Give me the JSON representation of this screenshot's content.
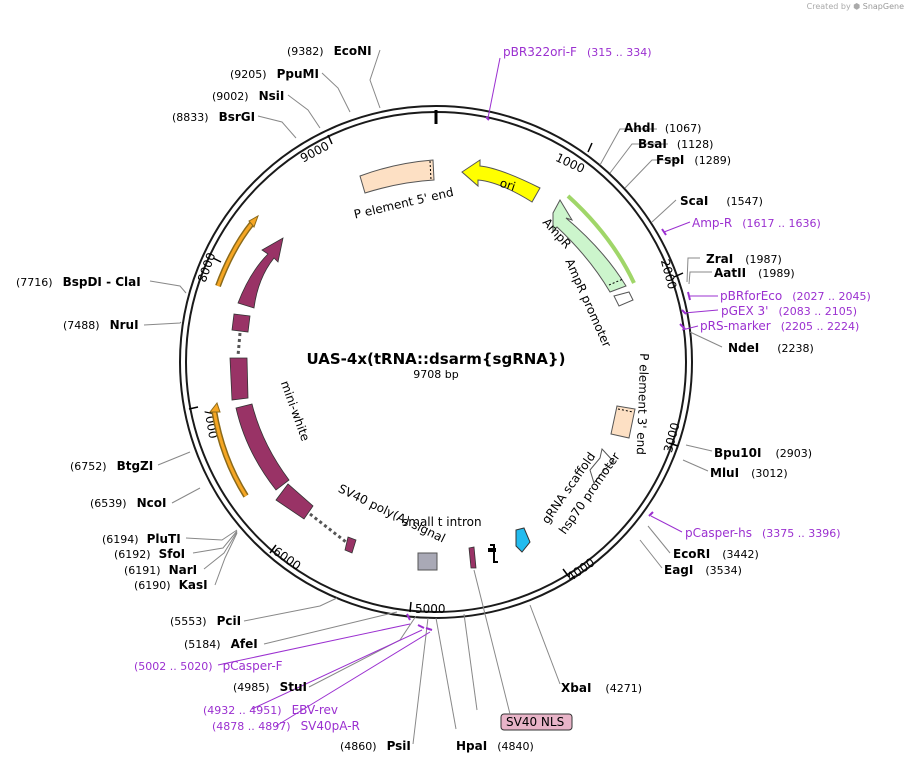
{
  "credit": {
    "prefix": "Created by",
    "brand": "SnapGene"
  },
  "map": {
    "name": "UAS-4x(tRNA::dsarm{sgRNA})",
    "length_label": "9708 bp",
    "ticks": [
      "1000",
      "2000",
      "3000",
      "4000",
      "5000",
      "6000",
      "7000",
      "8000",
      "9000"
    ]
  },
  "sites_right": [
    {
      "name": "AhdI",
      "pos": "(1067)"
    },
    {
      "name": "BsaI",
      "pos": "(1128)"
    },
    {
      "name": "FspI",
      "pos": "(1289)"
    },
    {
      "name": "ScaI",
      "pos": "(1547)"
    },
    {
      "name": "ZraI",
      "pos": "(1987)"
    },
    {
      "name": "AatII",
      "pos": "(1989)"
    },
    {
      "name": "NdeI",
      "pos": "(2238)"
    },
    {
      "name": "Bpu10I",
      "pos": "(2903)"
    },
    {
      "name": "MluI",
      "pos": "(3012)"
    },
    {
      "name": "EcoRI",
      "pos": "(3442)"
    },
    {
      "name": "EagI",
      "pos": "(3534)"
    },
    {
      "name": "XbaI",
      "pos": "(4271)"
    }
  ],
  "sites_bottom": [
    {
      "name": "HpaI",
      "pos": "(4840)"
    },
    {
      "name": "PsiI",
      "pos": "(4860)"
    }
  ],
  "sites_left": [
    {
      "name": "EcoNI",
      "pos": "(9382)"
    },
    {
      "name": "PpuMI",
      "pos": "(9205)"
    },
    {
      "name": "NsiI",
      "pos": "(9002)"
    },
    {
      "name": "BsrGI",
      "pos": "(8833)"
    },
    {
      "name": "BspDI",
      "pos": "(7716)",
      "extra": " - ClaI"
    },
    {
      "name": "NruI",
      "pos": "(7488)"
    },
    {
      "name": "BtgZI",
      "pos": "(6752)"
    },
    {
      "name": "NcoI",
      "pos": "(6539)"
    },
    {
      "name": "PluTI",
      "pos": "(6194)"
    },
    {
      "name": "SfoI",
      "pos": "(6192)"
    },
    {
      "name": "NarI",
      "pos": "(6191)"
    },
    {
      "name": "KasI",
      "pos": "(6190)"
    },
    {
      "name": "PciI",
      "pos": "(5553)"
    },
    {
      "name": "AfeI",
      "pos": "(5184)"
    },
    {
      "name": "StuI",
      "pos": "(4985)"
    }
  ],
  "primers": [
    {
      "name": "pBR322ori-F",
      "range": "(315 .. 334)"
    },
    {
      "name": "Amp-R",
      "range": "(1617 .. 1636)"
    },
    {
      "name": "pBRforEco",
      "range": "(2027 .. 2045)"
    },
    {
      "name": "pGEX 3'",
      "range": "(2083 .. 2105)"
    },
    {
      "name": "pRS-marker",
      "range": "(2205 .. 2224)"
    },
    {
      "name": "pCasper-hs",
      "range": "(3375 .. 3396)"
    },
    {
      "name": "pCasper-F",
      "range": "(5002 .. 5020)"
    },
    {
      "name": "EBV-rev",
      "range": "(4932 .. 4951)"
    },
    {
      "name": "SV40pA-R",
      "range": "(4878 .. 4897)"
    }
  ],
  "features": {
    "ori": "ori",
    "p5": "P element 5' end",
    "ampr": "AmpR",
    "ampr_promoter": "AmpR promoter",
    "p3": "P element 3' end",
    "hsp70": "hsp70 promoter",
    "grna": "gRNA scaffold",
    "small_t": "small t intron",
    "sv40pa": "SV40 poly(A) signal",
    "miniwhite": "mini-white",
    "sv40nls": "SV40 NLS"
  },
  "colors": {
    "backbone": "#1a1a1a",
    "primer": "#9b30d0",
    "ori": "#ffff00",
    "ampr": "#ccf5cc",
    "p_element": "#fde0c4",
    "miniwhite": "#993366",
    "orange": "#f6a623",
    "nls_box": "#e8b4c8",
    "cyan": "#22bbee",
    "gray": "#a9a9b6"
  }
}
